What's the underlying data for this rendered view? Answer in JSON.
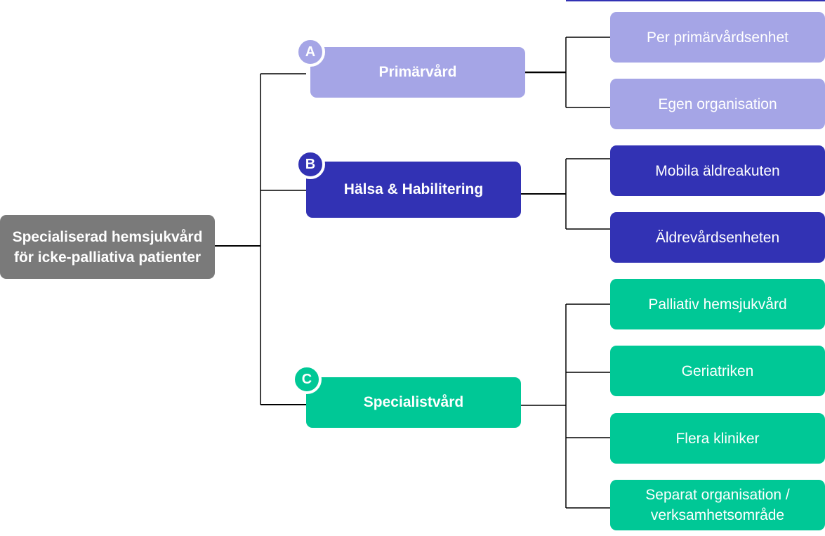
{
  "colors": {
    "root": "#7a7a7a",
    "primarvard": "#a5a5e6",
    "halsa": "#3232b4",
    "specialist": "#00c896",
    "line": "#000000",
    "topline": "#3232b4"
  },
  "root": {
    "label": "Specialiserad hemsjukvård för icke-palliativa patienter"
  },
  "branches": [
    {
      "badge": "A",
      "label": "Primärvård",
      "leaves": [
        "Per primärvårdsenhet",
        "Egen organisation"
      ]
    },
    {
      "badge": "B",
      "label": "Hälsa & Habilitering",
      "leaves": [
        "Mobila äldreakuten",
        "Äldrevårdsenheten"
      ]
    },
    {
      "badge": "C",
      "label": "Specialistvård",
      "leaves": [
        "Palliativ hemsjukvård",
        "Geriatriken",
        "Flera kliniker",
        "Separat organisation / verksamhetsområde"
      ]
    }
  ]
}
